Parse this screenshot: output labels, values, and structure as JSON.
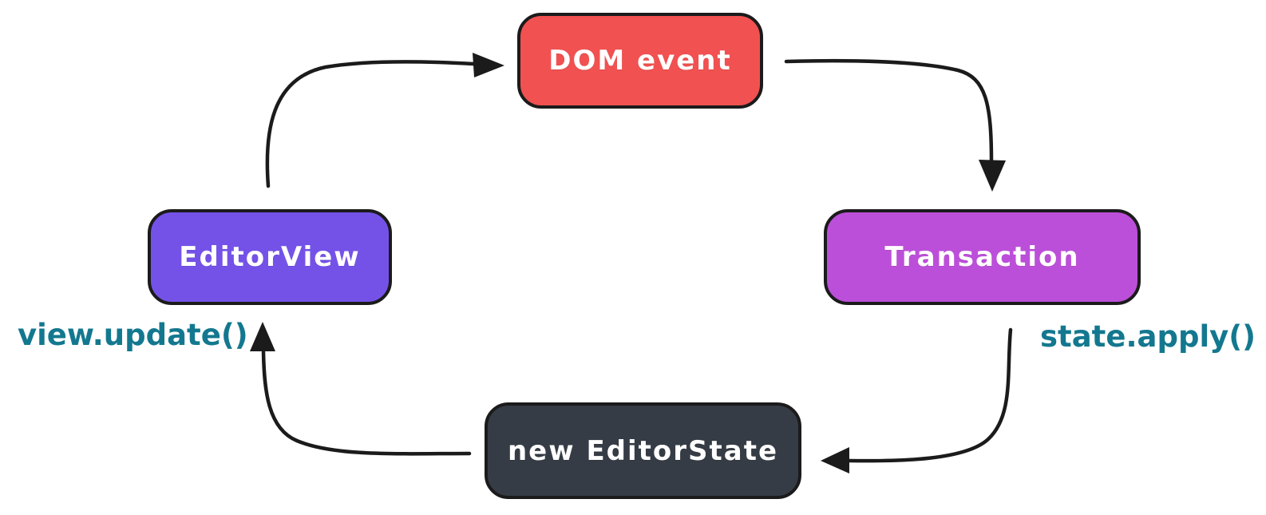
{
  "canvas": {
    "background": "#ffffff"
  },
  "nodes": {
    "dom_event": {
      "label": "DOM event",
      "fill": "#f15151",
      "border": "#1b1b1b",
      "text_color": "#ffffff"
    },
    "editor_view": {
      "label": "EditorView",
      "fill": "#7452e8",
      "border": "#1b1b1b",
      "text_color": "#ffffff"
    },
    "transaction": {
      "label": "Transaction",
      "fill": "#bc4fd9",
      "border": "#1b1b1b",
      "text_color": "#ffffff"
    },
    "new_editor_state": {
      "label": "new EditorState",
      "fill": "#363c45",
      "border": "#1b1b1b",
      "text_color": "#ffffff"
    }
  },
  "annotations": {
    "view_update": {
      "text": "view.update()",
      "color": "#13788f"
    },
    "state_apply": {
      "text": "state.apply()",
      "color": "#13788f"
    }
  },
  "arrows": {
    "stroke": "#1b1b1b",
    "items": [
      {
        "name": "editor-view-to-dom-event",
        "from": "EditorView",
        "to": "DOM event"
      },
      {
        "name": "dom-event-to-transaction",
        "from": "DOM event",
        "to": "Transaction"
      },
      {
        "name": "transaction-to-new-editor-state",
        "from": "Transaction",
        "to": "new EditorState"
      },
      {
        "name": "new-editor-state-to-editor-view",
        "from": "new EditorState",
        "to": "EditorView"
      }
    ]
  }
}
